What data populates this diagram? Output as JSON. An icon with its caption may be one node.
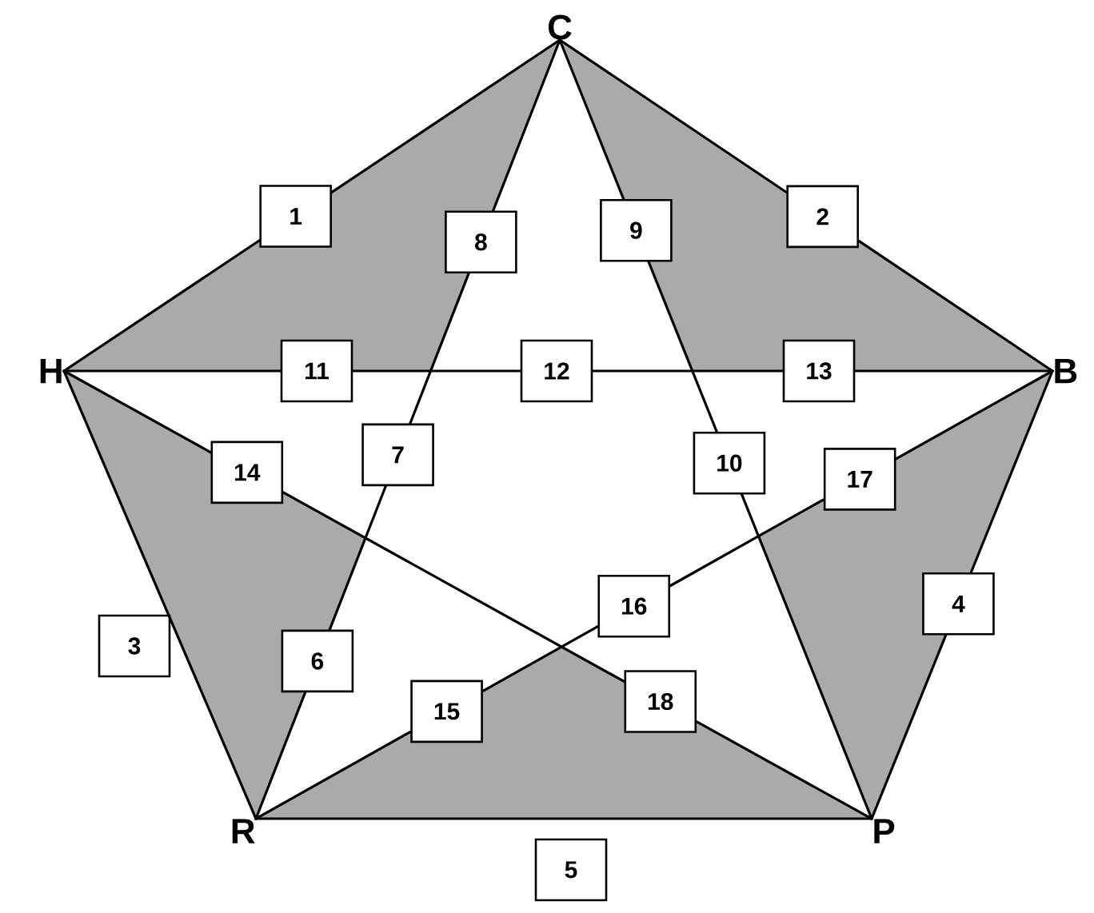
{
  "diagram": {
    "nodes": [
      {
        "text": [
          "C"
        ]
      },
      {
        "text": [
          "H"
        ]
      },
      {
        "text": [
          "B"
        ]
      },
      {
        "text": [
          "R"
        ]
      },
      {
        "text": [
          "P"
        ]
      },
      {
        "text": [
          "1"
        ]
      },
      {
        "text": [
          "2"
        ]
      },
      {
        "text": [
          "3"
        ]
      },
      {
        "text": [
          "4"
        ]
      },
      {
        "text": [
          "5"
        ]
      },
      {
        "text": [
          "6"
        ]
      },
      {
        "text": [
          "7"
        ]
      },
      {
        "text": [
          "8"
        ]
      },
      {
        "text": [
          "9"
        ]
      },
      {
        "text": [
          "10"
        ]
      },
      {
        "text": [
          "11"
        ]
      },
      {
        "text": [
          "12"
        ]
      },
      {
        "text": [
          "13"
        ]
      },
      {
        "text": [
          "14"
        ]
      },
      {
        "text": [
          "15"
        ]
      },
      {
        "text": [
          "16"
        ]
      },
      {
        "text": [
          "17"
        ]
      },
      {
        "text": [
          "18"
        ]
      }
    ],
    "edges": [
      {
        "from": 1,
        "to": 5,
        "arrow": "none"
      },
      {
        "from": 5,
        "to": 0,
        "arrow": "none"
      },
      {
        "from": 0,
        "to": 6,
        "arrow": "none"
      },
      {
        "from": 6,
        "to": 2,
        "arrow": "none"
      },
      {
        "from": 2,
        "to": 8,
        "arrow": "none"
      },
      {
        "from": 8,
        "to": 4,
        "arrow": "none"
      },
      {
        "from": 4,
        "to": 3,
        "arrow": "none"
      },
      {
        "from": 3,
        "to": 1,
        "arrow": "none"
      },
      {
        "from": 0,
        "to": 12,
        "arrow": "none"
      },
      {
        "from": 12,
        "to": 11,
        "arrow": "none"
      },
      {
        "from": 11,
        "to": 10,
        "arrow": "none"
      },
      {
        "from": 10,
        "to": 3,
        "arrow": "none"
      },
      {
        "from": 0,
        "to": 13,
        "arrow": "none"
      },
      {
        "from": 13,
        "to": 14,
        "arrow": "none"
      },
      {
        "from": 14,
        "to": 4,
        "arrow": "none"
      },
      {
        "from": 1,
        "to": 15,
        "arrow": "none"
      },
      {
        "from": 15,
        "to": 16,
        "arrow": "none"
      },
      {
        "from": 16,
        "to": 17,
        "arrow": "none"
      },
      {
        "from": 17,
        "to": 2,
        "arrow": "none"
      },
      {
        "from": 1,
        "to": 18,
        "arrow": "none"
      },
      {
        "from": 18,
        "to": 22,
        "arrow": "none"
      },
      {
        "from": 22,
        "to": 4,
        "arrow": "none"
      },
      {
        "from": 2,
        "to": 21,
        "arrow": "none"
      },
      {
        "from": 21,
        "to": 20,
        "arrow": "none"
      },
      {
        "from": 20,
        "to": 19,
        "arrow": "none"
      },
      {
        "from": 19,
        "to": 3,
        "arrow": "none"
      }
    ]
  }
}
